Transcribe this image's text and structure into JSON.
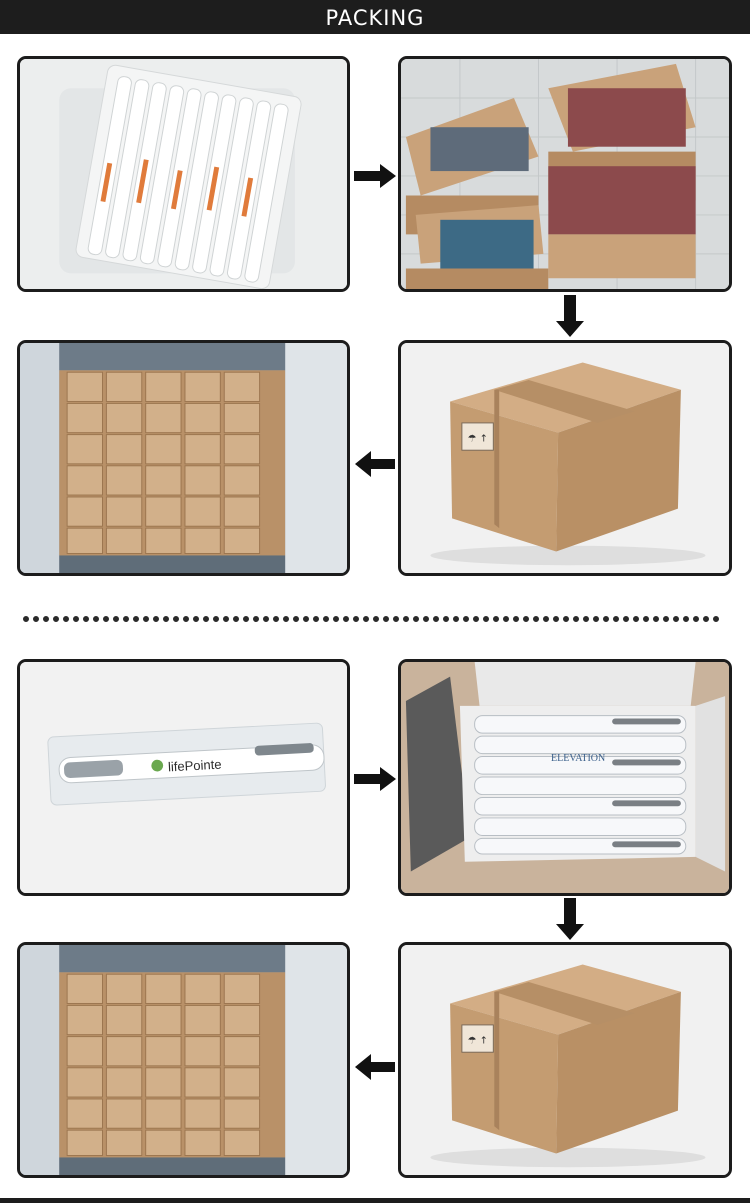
{
  "header": {
    "title": "PACKING"
  },
  "colors": {
    "banner": "#1d1d1d",
    "frame_border": "#1c1c1c",
    "cardboard": "#c9a27a",
    "cardboard_dark": "#a9825c",
    "tape": "#b68f66",
    "arrow": "#111111"
  },
  "sections": [
    {
      "steps": [
        {
          "name": "pens-in-poly-bag",
          "icon": "pens-bundle-photo"
        },
        {
          "name": "inner-boxes",
          "icon": "open-cartons-photo"
        },
        {
          "name": "master-carton",
          "icon": "carton-photo"
        },
        {
          "name": "container-loading",
          "icon": "container-photo"
        }
      ]
    },
    {
      "steps": [
        {
          "name": "single-pen-bag",
          "icon": "single-pen-photo",
          "logo_text": "lifePointe"
        },
        {
          "name": "pen-gift-box",
          "icon": "open-box-photo",
          "logo_text": "ELEVATION"
        },
        {
          "name": "master-carton",
          "icon": "carton-photo"
        },
        {
          "name": "container-loading",
          "icon": "container-photo"
        }
      ]
    }
  ]
}
